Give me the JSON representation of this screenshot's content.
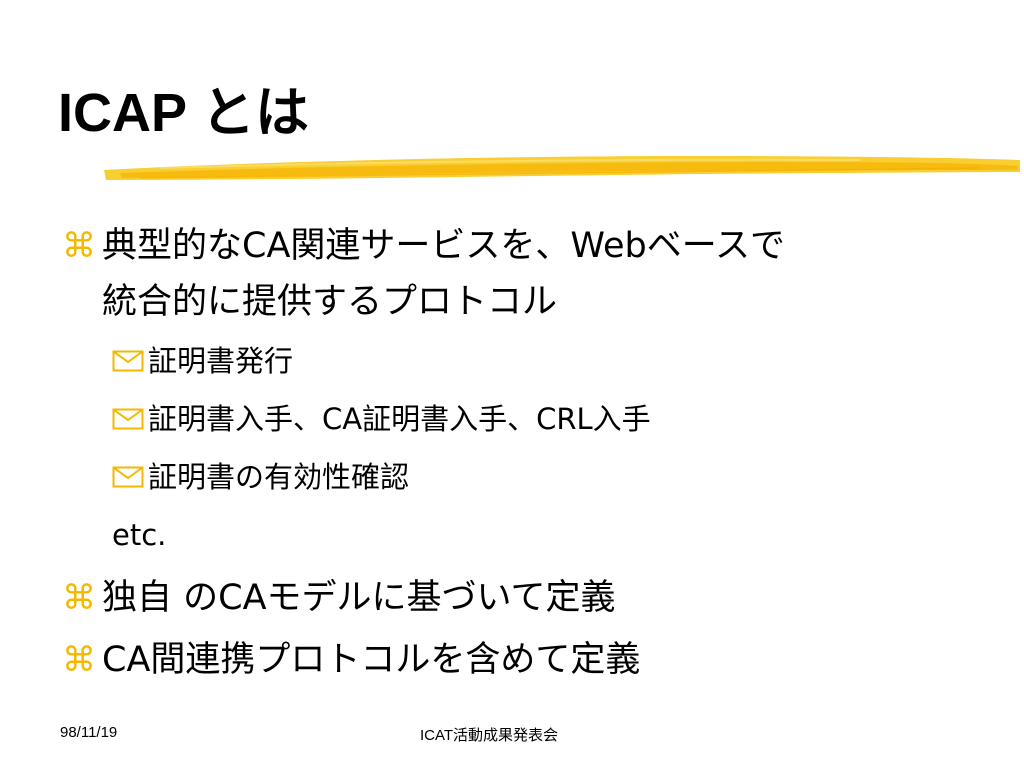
{
  "title": "ICAP とは",
  "bullets": {
    "b1_line1": "典型的なCA関連サービスを、Webベースで",
    "b1_line2": "統合的に提供するプロトコル",
    "sub1": "証明書発行",
    "sub2": "証明書入手、CA証明書入手、CRL入手",
    "sub3": "証明書の有効性確認",
    "etc": "etc.",
    "b2": "独自 のCAモデルに基づいて定義",
    "b3": "CA間連携プロトコルを含めて定義"
  },
  "bullet_glyph": "⌘",
  "footer": {
    "date": "98/11/19",
    "center": "ICAT活動成果発表会"
  },
  "colors": {
    "accent": "#f5b800",
    "underline": "#f8c91a",
    "text": "#000000"
  },
  "icons": {
    "level1_bullet": "command-icon",
    "level2_bullet": "envelope-icon"
  }
}
